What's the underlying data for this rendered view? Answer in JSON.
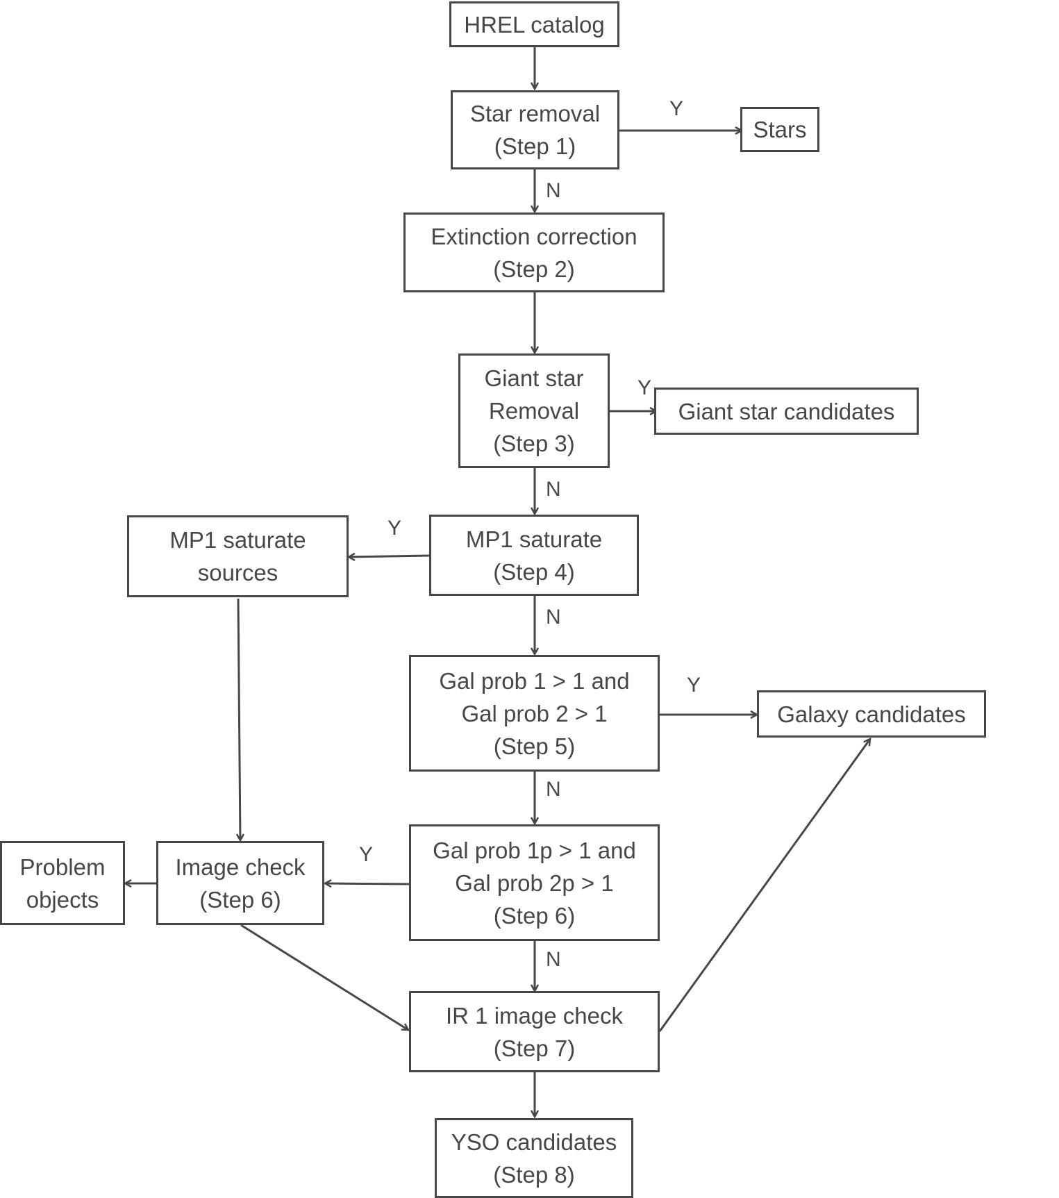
{
  "colors": {
    "stroke": "#474747",
    "text": "#474747",
    "background": "#ffffff"
  },
  "nodes": {
    "hrel_catalog": [
      "HREL catalog"
    ],
    "star_removal": [
      "Star removal",
      "(Step 1)"
    ],
    "stars": [
      "Stars"
    ],
    "extinction_correction": [
      "Extinction correction",
      "(Step 2)"
    ],
    "giant_star_removal": [
      "Giant star",
      "Removal",
      "(Step 3)"
    ],
    "giant_star_candidates": [
      "Giant star candidates"
    ],
    "mp1_saturate": [
      "MP1 saturate",
      "(Step 4)"
    ],
    "mp1_saturate_sources": [
      "MP1 saturate",
      "sources"
    ],
    "gal_prob_step5": [
      "Gal prob 1 > 1 and",
      "Gal prob 2 > 1",
      "(Step 5)"
    ],
    "galaxy_candidates": [
      "Galaxy candidates"
    ],
    "gal_prob_step6": [
      "Gal prob 1p > 1 and",
      "Gal prob 2p > 1",
      "(Step 6)"
    ],
    "image_check": [
      "Image check",
      "(Step 6)"
    ],
    "problem_objects": [
      "Problem",
      "objects"
    ],
    "ir1_image_check": [
      "IR 1 image check",
      "(Step 7)"
    ],
    "yso_candidates": [
      "YSO candidates",
      "(Step 8)"
    ]
  },
  "edge_labels": {
    "step1_yes": "Y",
    "step1_no": "N",
    "step3_yes": "Y",
    "step3_no": "N",
    "step4_yes": "Y",
    "step4_no": "N",
    "step5_yes": "Y",
    "step5_no": "N",
    "step6_yes": "Y",
    "step6_no": "N"
  }
}
